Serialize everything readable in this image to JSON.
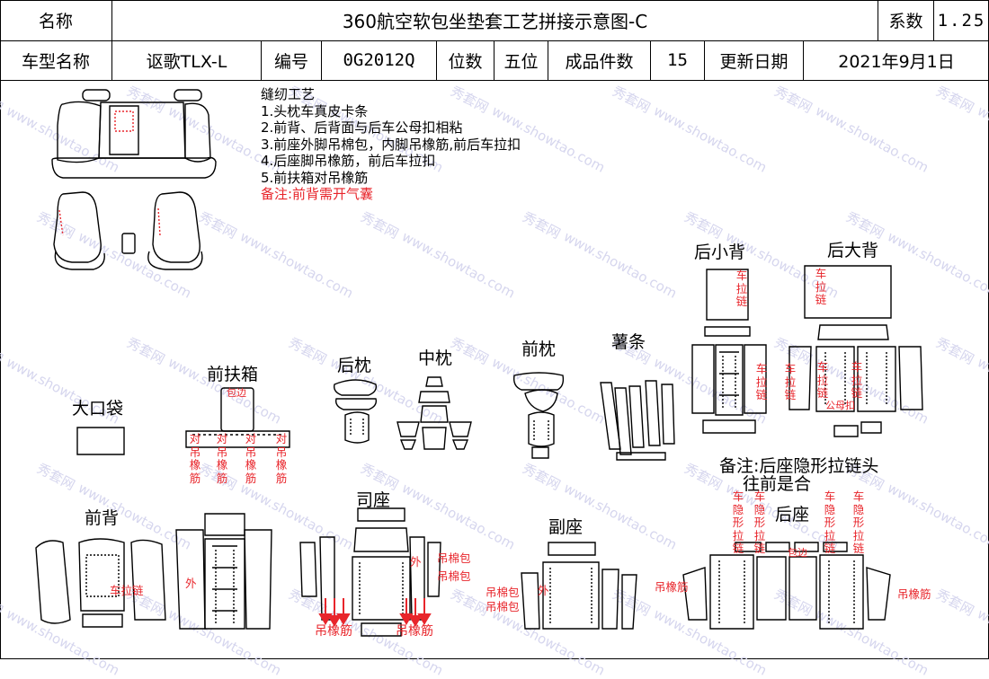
{
  "header": {
    "name_label": "名称",
    "title": "360航空软包坐垫套工艺拼接示意图-C",
    "coef_label": "系数",
    "coef_value": "1.25",
    "model_label": "车型名称",
    "model_value": "讴歌TLX-L",
    "code_label": "编号",
    "code_value": "0G2012Q",
    "seats_label": "位数",
    "seats_value": "五位",
    "pieces_label": "成品件数",
    "pieces_value": "15",
    "date_label": "更新日期",
    "date_value": "2021年9月1日"
  },
  "notes": {
    "heading": "缝纫工艺",
    "items": [
      "1.头枕车真皮卡条",
      "2.前背、后背面与后车公母扣相粘",
      "3.前座外脚吊棉包，内脚吊橡筋,前后车拉扣",
      "4.后座脚吊橡筋，前后车拉扣",
      "5.前扶箱对吊橡筋"
    ],
    "remark": "备注:前背需开气囊"
  },
  "pieces": {
    "rear_small_back": "后小背",
    "rear_big_back": "后大背",
    "strip": "薯条",
    "front_pillow": "前枕",
    "middle_pillow": "中枕",
    "rear_pillow": "后枕",
    "front_armrest": "前扶箱",
    "big_pocket": "大口袋",
    "front_back": "前背",
    "driver_seat": "司座",
    "passenger_seat": "副座",
    "rear_seat": "后座"
  },
  "rear_note": {
    "line1": "备注:后座隐形拉链头",
    "line2": "往前是合"
  },
  "red_labels": {
    "edge_bind": "包边",
    "pair_rubber": "对吊橡筋",
    "zipper": "车拉链",
    "car_zip": "车拉链",
    "outer": "外",
    "cotton_bag": "吊棉包",
    "rubber": "吊橡筋",
    "hidden_zip": "车隐形拉链",
    "bind": "包边",
    "snap": "公母扣"
  },
  "watermark": {
    "brand": "秀套网",
    "site": "www.showtao.com"
  }
}
